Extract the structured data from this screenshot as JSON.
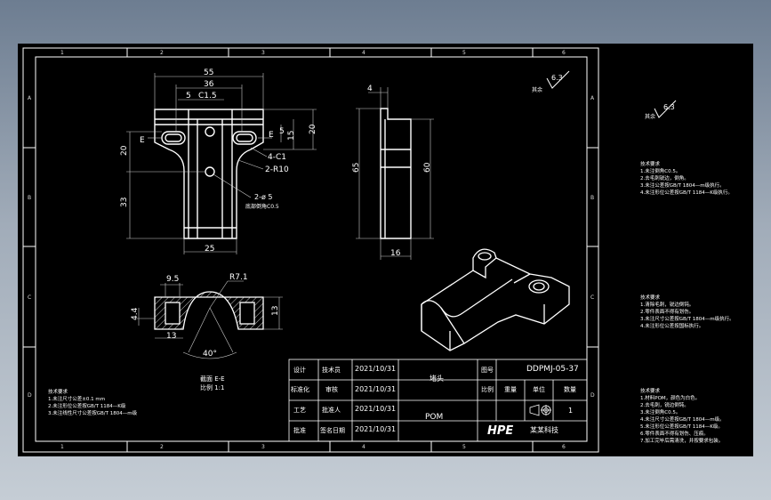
{
  "grid": {
    "cols": [
      "1",
      "2",
      "3",
      "4",
      "5",
      "6"
    ],
    "rows": [
      "A",
      "B",
      "C",
      "D"
    ]
  },
  "front_view": {
    "dims": {
      "w55": "55",
      "w36": "36",
      "d5": "5",
      "c15": "C1.5",
      "e_left": "E",
      "e_right": "E",
      "d5b": "5",
      "d15": "15",
      "d20r": "20",
      "d20l": "20",
      "d33": "33",
      "d25": "25",
      "c1": "4-C1",
      "r10": "2-R10",
      "hole": "2-ø 5",
      "hole_note": "底部倒角C0.5"
    }
  },
  "side_view": {
    "dims": {
      "w4": "4",
      "h65": "65",
      "h60": "60",
      "w16": "16"
    }
  },
  "section": {
    "dims": {
      "w95": "9.5",
      "r7": "R7.1",
      "h44": "4.4",
      "h13": "13",
      "w13": "13",
      "ang": "40°",
      "title": "截面 E-E",
      "scale": "比例 1:1"
    }
  },
  "roughness": {
    "label": "其余",
    "value": "6.3"
  },
  "notes_left": [
    "技术要求",
    "1.未注尺寸公差±0.1 mm",
    "2.未注形位公差按GB/T 1184—K级",
    "3.未注线性尺寸公差按GB/T 1804—m级"
  ],
  "title_block": {
    "r1": [
      "设计",
      "技术员",
      "2021/10/31"
    ],
    "r2": [
      "标准化",
      "审核",
      "2021/10/31"
    ],
    "r3": [
      "工艺",
      "批准人",
      "2021/10/31"
    ],
    "r4": [
      "批准",
      "签名日期",
      "2021/10/31"
    ],
    "name": "堵头",
    "material": "POM",
    "drawing_no_label": "图号",
    "drawing_no": "DDPMJ-05-37",
    "hdr": [
      "比例",
      "重量",
      "单位",
      "数量"
    ],
    "qty": "1",
    "logo": "HPE",
    "company": "某某科技"
  },
  "right_panel": {
    "rough_label": "其余",
    "rough_value": "6.3",
    "block1": [
      "技术要求",
      "1.未注倒角C0.5。",
      "2.去毛刺锐边，倒角。",
      "3.未注公差按GB/T 1804—m级执行。",
      "4.未注形位公差按GB/T 1184—K级执行。"
    ],
    "block2": [
      "技术要求",
      "1.清除毛刺，锐边倒钝。",
      "2.零件表面不得有划伤。",
      "3.未注尺寸公差按GB/T 1804—m级执行。",
      "4.未注形位公差按国标执行。"
    ],
    "block3": [
      "技术要求",
      "1.材料POM，颜色为白色。",
      "2.去毛刺，锐边倒钝。",
      "3.未注倒角C0.5。",
      "4.未注尺寸公差按GB/T 1804—m级。",
      "5.未注形位公差按GB/T 1184—K级。",
      "6.零件表面不得有划伤、压痕。",
      "7.加工完毕后需清洗，并按要求包装。"
    ]
  }
}
